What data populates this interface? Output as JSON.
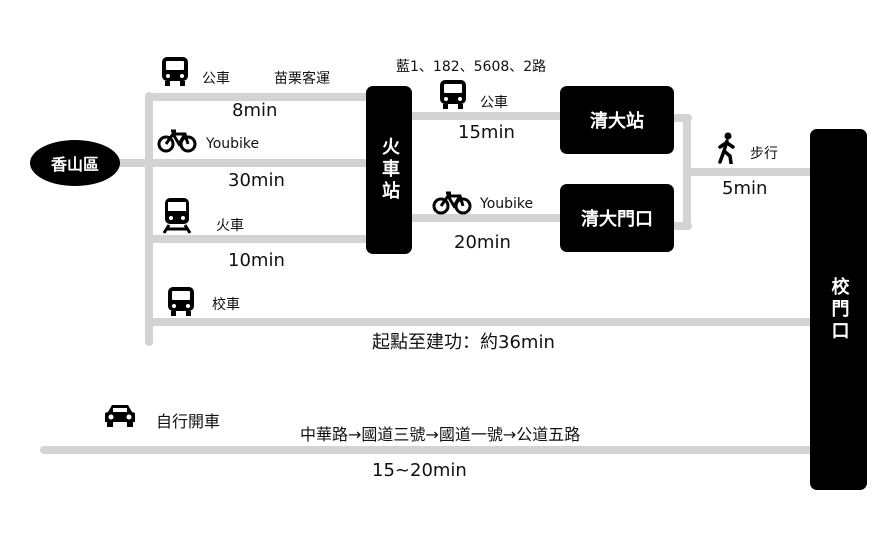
{
  "nodes": {
    "origin": "香山區",
    "train_station": "火車站",
    "qingda_station": "清大站",
    "qingda_gate": "清大門口",
    "school_gate": "校門口"
  },
  "routes": {
    "bus1": {
      "icon": "bus-icon",
      "mode": "公車",
      "operator": "苗栗客運",
      "time": "8min"
    },
    "youbike1": {
      "icon": "bicycle-icon",
      "mode": "Youbike",
      "time": "30min"
    },
    "train": {
      "icon": "train-icon",
      "mode": "火車",
      "time": "10min"
    },
    "shuttle": {
      "icon": "bus-icon",
      "mode": "校車"
    },
    "bus2": {
      "icon": "bus-icon",
      "mode": "公車",
      "lines": "藍1、182、5608、2路",
      "time": "15min"
    },
    "youbike2": {
      "icon": "bicycle-icon",
      "mode": "Youbike",
      "time": "20min"
    },
    "walk": {
      "icon": "walking-icon",
      "mode": "步行",
      "time": "5min"
    },
    "total_note": "起點至建功：約36min",
    "drive": {
      "icon": "car-icon",
      "mode": "自行開車",
      "path": "中華路→國道三號→國道一號→公道五路",
      "time": "15~20min"
    }
  },
  "colors": {
    "line": "#d3d3d3",
    "node": "#000000",
    "text": "#111111"
  }
}
